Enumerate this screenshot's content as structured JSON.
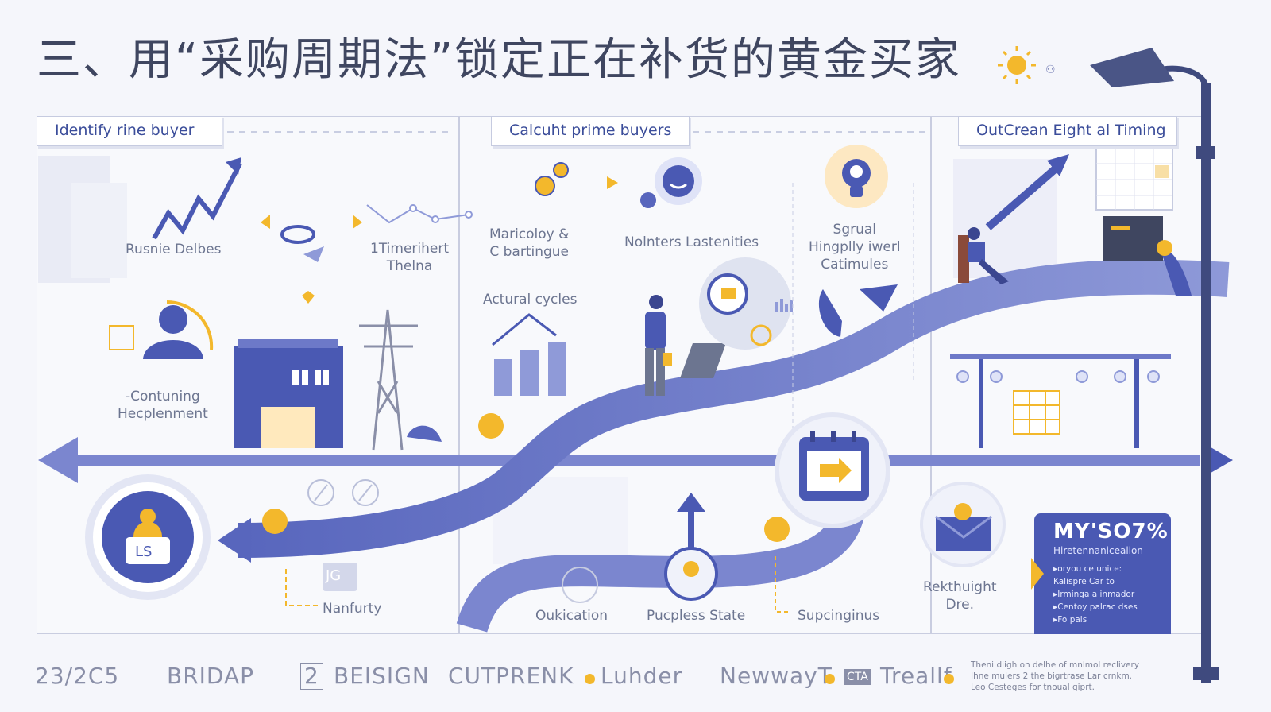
{
  "title": "三、用“采购周期法”锁定正在补货的黄金买家",
  "panels": {
    "left": {
      "tab": "Identify rine buyer",
      "labels": [
        "Rusnie Delbes",
        "1Timerihert\nThelna",
        "-Contuning\nHecplenment",
        "Nanfurty"
      ],
      "badge": "JG",
      "token": "LS"
    },
    "middle": {
      "tab": "Calcuht prime buyers",
      "labels": [
        "Maricoloy &\nC bartingue",
        "Nolnters Lastenities",
        "Actural cycles",
        "Oukication",
        "Pucpless State"
      ]
    },
    "right": {
      "tab": "OutCrean Eight al Timing",
      "labels": [
        "Sgrual\nHingplly iwerl\nCatimules",
        "Supcinginus",
        "Rekthuight\nDre."
      ]
    }
  },
  "promo": {
    "headline": "MY'SO7%",
    "subtitle": "Hiretennanicealion",
    "bullets": [
      "▸oryou ce unice:",
      "Kalispre Car to",
      "▸Irminga a inmador",
      "▸Centoy palrac dses",
      "▸Fo pais"
    ]
  },
  "bottom_bar": {
    "items": [
      "23/2C5",
      "BRIDAP",
      "2",
      "BEISIGN",
      "CUTPRENK",
      "Luhder",
      "NewwayT",
      "CTA",
      "Treallf"
    ],
    "footnote": "Theni diigh on delhe of mnlmol reclivery\nIhne mulers 2 the bigrtrase Lar crnkm.\nLeo Cesteges for tnoual giprt."
  },
  "colors": {
    "primary": "#4a59b3",
    "light_primary": "#8f9ad8",
    "road": "#7b86cf",
    "accent": "#f3b82c",
    "text": "#3f4660",
    "bg": "#f5f6fb"
  },
  "icons": [
    "sun-icon",
    "gear-icon",
    "face-icon",
    "bulb-icon",
    "calendar-icon",
    "envelope-icon",
    "streetlamp-icon",
    "factory-icon",
    "tower-icon",
    "person-icon"
  ]
}
